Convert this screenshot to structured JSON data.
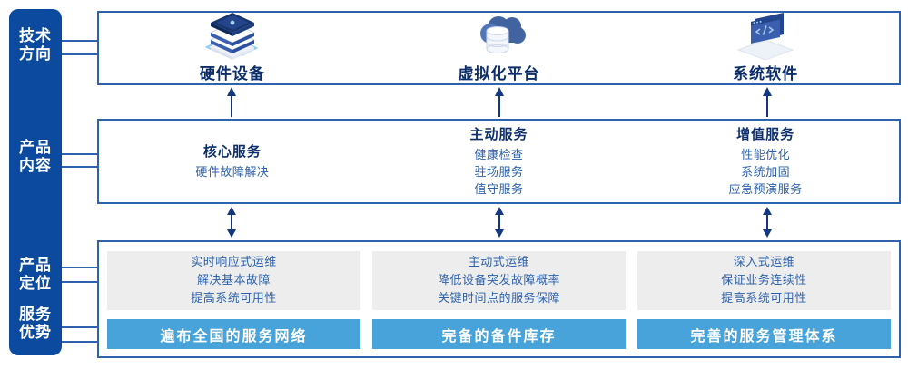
{
  "sidebar": {
    "labels": [
      "技术方向",
      "产品内容",
      "产品定位",
      "服务优势"
    ]
  },
  "tech_direction": {
    "items": [
      {
        "icon": "server-stack-icon",
        "label": "硬件设备"
      },
      {
        "icon": "cloud-database-icon",
        "label": "虚拟化平台"
      },
      {
        "icon": "software-window-icon",
        "label": "系统软件"
      }
    ]
  },
  "product_content": {
    "columns": [
      {
        "title": "核心服务",
        "items": [
          "硬件故障解决",
          "",
          ""
        ]
      },
      {
        "title": "主动服务",
        "items": [
          "健康检查",
          "驻场服务",
          "值守服务"
        ]
      },
      {
        "title": "增值服务",
        "items": [
          "性能优化",
          "系统加固",
          "应急预演服务"
        ]
      }
    ]
  },
  "product_position": {
    "columns": [
      {
        "lines": [
          "实时响应式运维",
          "解决基本故障",
          "提高系统可用性"
        ],
        "banner": "遍布全国的服务网络"
      },
      {
        "lines": [
          "主动式运维",
          "降低设备突发故障概率",
          "关键时间点的服务保障"
        ],
        "banner": "完备的备件库存"
      },
      {
        "lines": [
          "深入式运维",
          "保证业务连续性",
          "提高系统可用性"
        ],
        "banner": "完善的服务管理体系"
      }
    ]
  },
  "colors": {
    "sidebar_bg": "#0b4a9e",
    "box_border": "#2f62ae",
    "title_text": "#0c2e6b",
    "body_text": "#2e62ab",
    "banner_bg": "#47a3da",
    "banner_text": "#ffffff",
    "gray_panel_bg": "#ededed",
    "arrow": "#14387f",
    "icon_light_blue": "#8ecdf0"
  }
}
